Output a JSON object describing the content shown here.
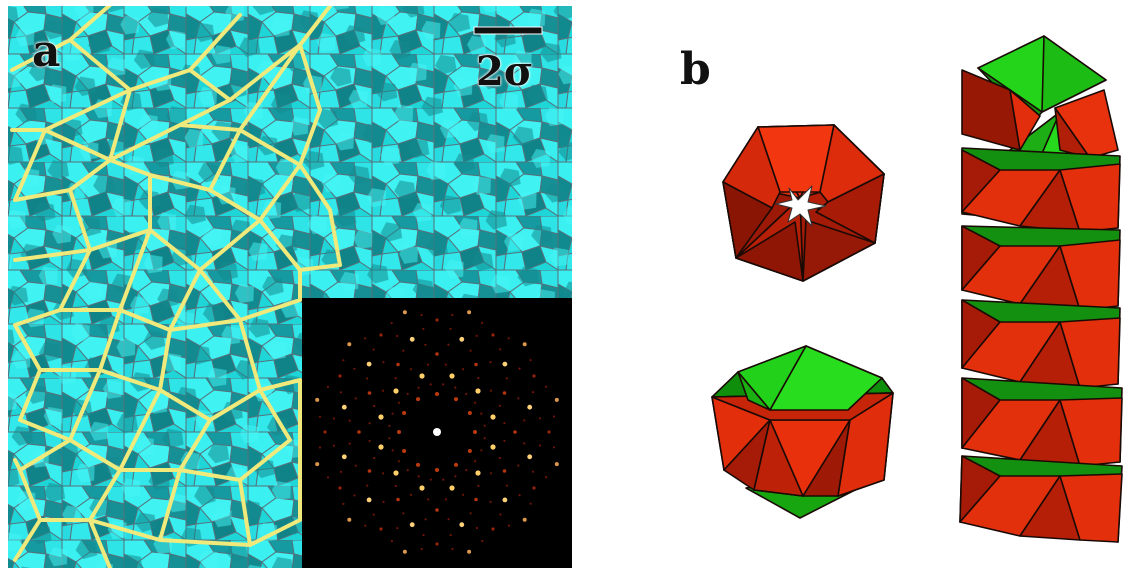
{
  "panels": {
    "a": {
      "label": "a",
      "scale_bar_label": "2σ"
    },
    "b": {
      "label": "b"
    }
  },
  "colors": {
    "tiling_light": "#22e0e0",
    "tiling_dark": "#138f93",
    "tiling_edge": "#5b6f78",
    "network": "#eeea7a",
    "diffraction_bg": "#000000",
    "diffraction_spot": "#ffd070",
    "polyhedron_red": "#e82d0c",
    "polyhedron_red_dark": "#8a1505",
    "polyhedron_green": "#22d31a",
    "polyhedron_green_dark": "#138c10"
  }
}
